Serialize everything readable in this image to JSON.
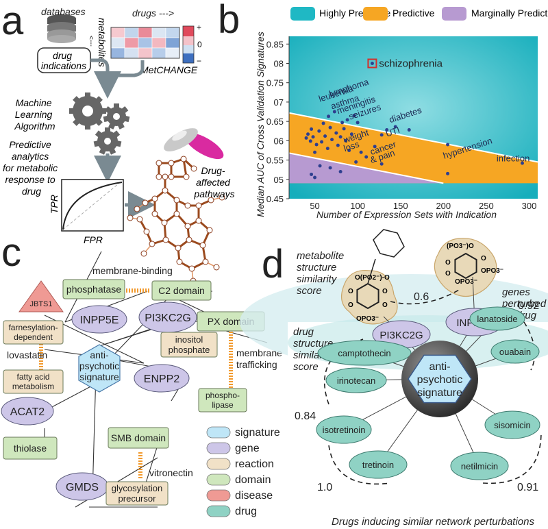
{
  "colors": {
    "highly": "#1fb8c4",
    "predictive": "#f6a623",
    "marginal": "#b79ad1",
    "point": "#2e3f8f",
    "signature": "#bfe6f7",
    "gene": "#cdc6e8",
    "reaction": "#f1e1c7",
    "domain": "#cfe7bd",
    "disease": "#ef9a94",
    "drug": "#8fd2c4",
    "dash_orange": "#f29a2e",
    "pathway": "#9b4a1e"
  },
  "panel_a": {
    "letter": "a",
    "databases": "databases",
    "drugs_axis": "drugs --->",
    "metabolites_axis": "metabolites",
    "metabolites_arrow": "<---",
    "drug_indications": [
      "drug",
      "indications"
    ],
    "metchange": "MetCHANGE",
    "scale_plus": "+",
    "scale_zero": "0",
    "scale_minus": "−",
    "ml": [
      "Machine",
      "Learning",
      "Algorithm"
    ],
    "predictive": [
      "Predictive",
      "analytics",
      "for metabolic",
      "response to",
      "drug"
    ],
    "tpr": "TPR",
    "fpr": "FPR",
    "pathways": [
      "Drug-",
      "affected",
      "pathways"
    ],
    "heatmap_colors": [
      [
        "#f6c9cf",
        "#c1d5ec",
        "#e98a98",
        "#dbe6f3",
        "#c3d7ee"
      ],
      [
        "#dde7f3",
        "#ee9aa6",
        "#a9c3e6",
        "#f3b8c0",
        "#7ea3d6"
      ],
      [
        "#97b5df",
        "#d5e1f1",
        "#f4c4cb",
        "#b7cdea",
        "#e7eef7"
      ]
    ]
  },
  "panel_b": {
    "letter": "b",
    "legend": [
      "Highly Predictive",
      "Predictive",
      "Marginally Predictive"
    ],
    "chart_data": {
      "type": "scatter",
      "xlabel": "Number of Expression Sets with Indication",
      "ylabel": "Median AUC of Cross Validation Signatures",
      "xlim": [
        20,
        310
      ],
      "ylim": [
        0.45,
        0.87
      ],
      "x_ticks": [
        "50",
        "100",
        "150",
        "200",
        "250",
        "300"
      ],
      "y_ticks": [
        "0.45",
        "05",
        "0.55",
        "06",
        "0.65",
        "07",
        "0.75",
        "08",
        "0.85"
      ],
      "y_tick_values": [
        0.45,
        0.5,
        0.55,
        0.6,
        0.65,
        0.7,
        0.75,
        0.8,
        0.85
      ],
      "x_tick_values": [
        50,
        100,
        150,
        200,
        250,
        300
      ],
      "highlight": {
        "x": 117,
        "y": 0.8,
        "label": "schizophrenia"
      },
      "labels": [
        {
          "text": "leukemia",
          "x": 56,
          "y": 0.7
        },
        {
          "text": "lymphoma",
          "x": 68,
          "y": 0.713
        },
        {
          "text": "asthma",
          "x": 70,
          "y": 0.681
        },
        {
          "text": "meningitis",
          "x": 77,
          "y": 0.669
        },
        {
          "text": "seizures",
          "x": 91,
          "y": 0.654
        },
        {
          "text": "diabetes",
          "x": 138,
          "y": 0.646
        },
        {
          "text": "UTI",
          "x": 134,
          "y": 0.61
        },
        {
          "text": "weight",
          "x": 85,
          "y": 0.594
        },
        {
          "text": "loss",
          "x": 85,
          "y": 0.572
        },
        {
          "text": "cancer",
          "x": 116,
          "y": 0.563
        },
        {
          "text": "& pain",
          "x": 116,
          "y": 0.542
        },
        {
          "text": "hypertension",
          "x": 201,
          "y": 0.553
        },
        {
          "text": "infection",
          "x": 262,
          "y": 0.547
        }
      ],
      "points": [
        [
          40,
          0.607
        ],
        [
          42,
          0.617
        ],
        [
          45,
          0.599
        ],
        [
          46,
          0.63
        ],
        [
          48,
          0.61
        ],
        [
          50,
          0.57
        ],
        [
          52,
          0.59
        ],
        [
          55,
          0.625
        ],
        [
          58,
          0.597
        ],
        [
          60,
          0.645
        ],
        [
          62,
          0.612
        ],
        [
          65,
          0.58
        ],
        [
          66,
          0.663
        ],
        [
          68,
          0.634
        ],
        [
          70,
          0.603
        ],
        [
          73,
          0.675
        ],
        [
          75,
          0.62
        ],
        [
          77,
          0.588
        ],
        [
          80,
          0.61
        ],
        [
          82,
          0.647
        ],
        [
          84,
          0.631
        ],
        [
          86,
          0.6
        ],
        [
          88,
          0.654
        ],
        [
          90,
          0.575
        ],
        [
          93,
          0.617
        ],
        [
          96,
          0.665
        ],
        [
          100,
          0.647
        ],
        [
          104,
          0.57
        ],
        [
          110,
          0.558
        ],
        [
          120,
          0.585
        ],
        [
          128,
          0.615
        ],
        [
          134,
          0.628
        ],
        [
          144,
          0.636
        ],
        [
          160,
          0.628
        ],
        [
          205,
          0.59
        ],
        [
          46,
          0.513
        ],
        [
          50,
          0.505
        ],
        [
          56,
          0.535
        ],
        [
          68,
          0.53
        ],
        [
          80,
          0.52
        ],
        [
          98,
          0.545
        ],
        [
          128,
          0.54
        ],
        [
          205,
          0.515
        ],
        [
          292,
          0.542
        ]
      ]
    }
  },
  "panel_c": {
    "letter": "c",
    "membrane_binding": "membrane-binding",
    "membrane_trafficking": [
      "membrane",
      "trafficking"
    ],
    "lovastatin": "lovastatin",
    "vitronectin": "vitronectin",
    "nodes": {
      "jbts1": "JBTS1",
      "phosphatase": "phosphatase",
      "c2": "C2 domain",
      "inpp5e": "INPP5E",
      "pi3kc2g": "PI3KC2G",
      "px": "PX domain",
      "farnesylation": [
        "farnesylation-",
        "dependent"
      ],
      "signature": [
        "anti-",
        "psychotic",
        "signature"
      ],
      "inositol": [
        "inositol",
        "phosphate"
      ],
      "fatty": [
        "fatty acid",
        "metabolism"
      ],
      "enpp2": "ENPP2",
      "phospholipase": [
        "phospho-",
        "lipase"
      ],
      "acat2": "ACAT2",
      "smb": "SMB domain",
      "thiolase": "thiolase",
      "gmds": "GMDS",
      "glyco": [
        "glycosylation",
        "precursor"
      ]
    },
    "legend": [
      "signature",
      "gene",
      "reaction",
      "domain",
      "disease",
      "drug"
    ]
  },
  "panel_d": {
    "letter": "d",
    "metabolite_similarity": [
      "metabolite",
      "structure",
      "similarity",
      "score"
    ],
    "score_06": "0.6",
    "genes_perturbed": [
      "genes",
      "perturbed",
      "by drug"
    ],
    "drug_similarity": [
      "drug",
      "structure",
      "similarity",
      "score"
    ],
    "score_092": "0.92",
    "score_084": "0.84",
    "score_10": "1.0",
    "score_091": "0.91",
    "bottom_caption": "Drugs inducing similar network perturbations",
    "genes": [
      "PI3KC2G",
      "INPP5E"
    ],
    "center": [
      "anti-",
      "psychotic",
      "signature"
    ],
    "drugs": [
      "camptothecin",
      "irinotecan",
      "lanatoside",
      "ouabain",
      "isotretinoin",
      "tretinoin",
      "sisomicin",
      "netilmicin"
    ],
    "mol_left": [
      "O(PO2⁻)-O",
      "O",
      "O",
      "O",
      "O",
      "OPO3⁻"
    ],
    "mol_right": [
      "(PO3⁻)O",
      "O",
      "O",
      "OPO3⁻",
      "O",
      "OPO3⁻"
    ]
  }
}
